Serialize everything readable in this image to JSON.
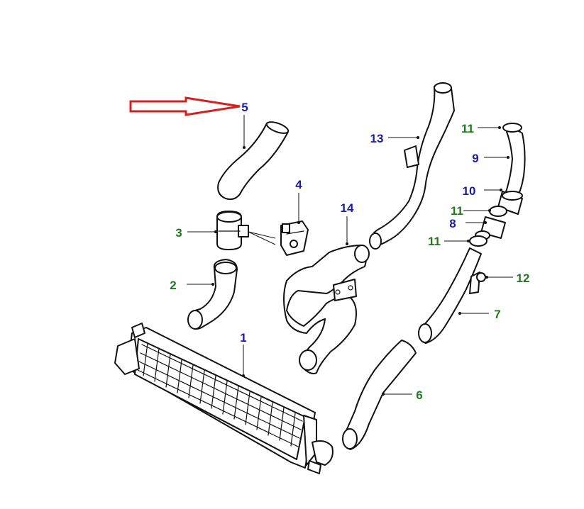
{
  "colors": {
    "blue_label": "#1a1aa6",
    "green_label": "#1f7a1f",
    "arrow": "#d42020",
    "line": "#111111"
  },
  "labels": {
    "p1": "1",
    "p2": "2",
    "p3": "3",
    "p4": "4",
    "p5": "5",
    "p6": "6",
    "p7": "7",
    "p8": "8",
    "p9": "9",
    "p10": "10",
    "p11a": "11",
    "p11b": "11",
    "p11c": "11",
    "p12": "12",
    "p13": "13",
    "p14": "14"
  },
  "highlight_arrow": {
    "points_to": "5",
    "color": "#d42020"
  }
}
